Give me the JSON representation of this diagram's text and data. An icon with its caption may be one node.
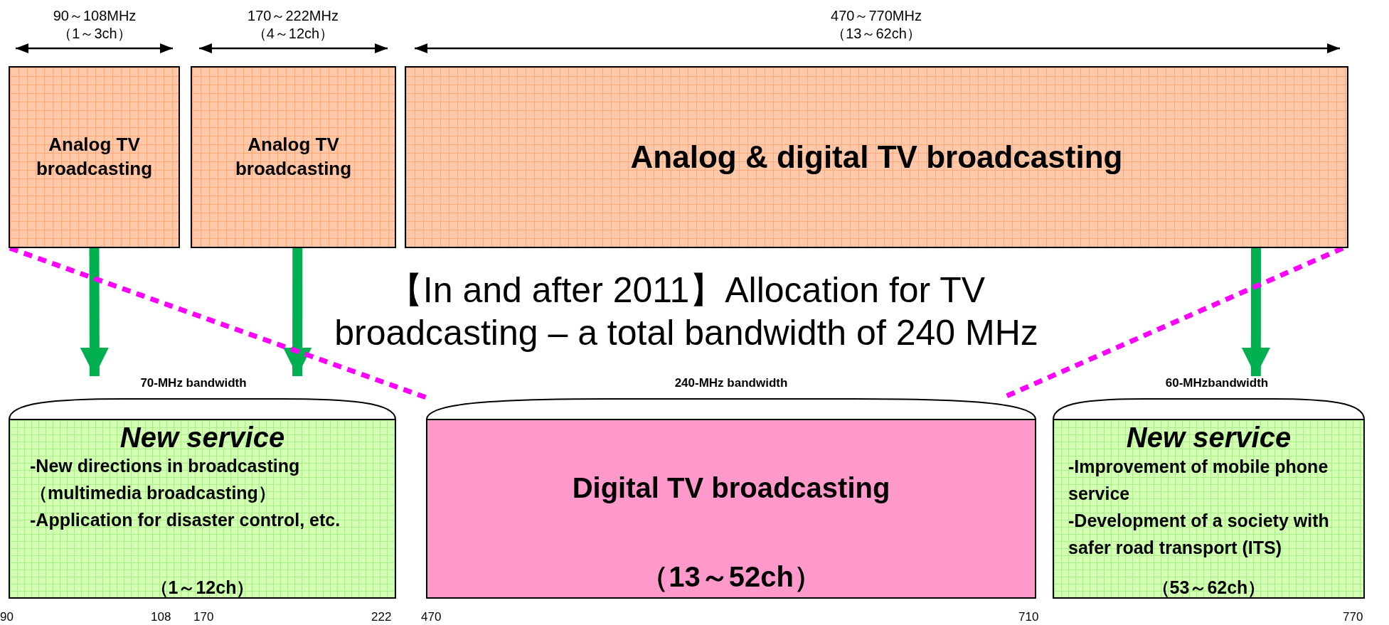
{
  "diagram": {
    "title": "【In and after 2011】Allocation for TV broadcasting – a total bandwidth of 240 MHz",
    "nodes": [
      {
        "text": [
          "Analog TV broadcasting"
        ],
        "beside": [
          "90～108MHz",
          "（1～3ch）"
        ]
      },
      {
        "text": [
          "Analog TV broadcasting"
        ],
        "beside": [
          "170～222MHz",
          "（4～12ch）"
        ]
      },
      {
        "text": [
          "Analog & digital TV broadcasting"
        ],
        "beside": [
          "470～770MHz",
          "（13～62ch）"
        ]
      },
      {
        "text": [
          "New service",
          "-New directions in broadcasting （multimedia broadcasting）",
          "-Application for disaster control, etc.",
          "（1～12ch）"
        ],
        "beside": [
          "70-MHz bandwidth"
        ]
      },
      {
        "text": [
          "Digital TV broadcasting",
          "（13～52ch）"
        ],
        "beside": [
          "240-MHz bandwidth"
        ]
      },
      {
        "text": [
          "New service",
          "-Improvement of mobile phone service",
          "-Development of a society with safer road transport (ITS)",
          "（53～62ch）"
        ],
        "beside": [
          "60-MHzbandwidth"
        ]
      }
    ],
    "edges": [
      {
        "from": 0,
        "to": 3,
        "arrow": "to"
      },
      {
        "from": 1,
        "to": 3,
        "arrow": "to"
      },
      {
        "from": 2,
        "to": 5,
        "arrow": "to"
      },
      {
        "from": 0,
        "to": 4,
        "arrow": "none",
        "style": "dashed",
        "color": "#ff00ff"
      },
      {
        "from": 2,
        "to": 4,
        "arrow": "none",
        "style": "dashed",
        "color": "#ff00ff"
      }
    ],
    "labels": [
      "90",
      "108",
      "170",
      "222",
      "470",
      "710",
      "770"
    ]
  }
}
